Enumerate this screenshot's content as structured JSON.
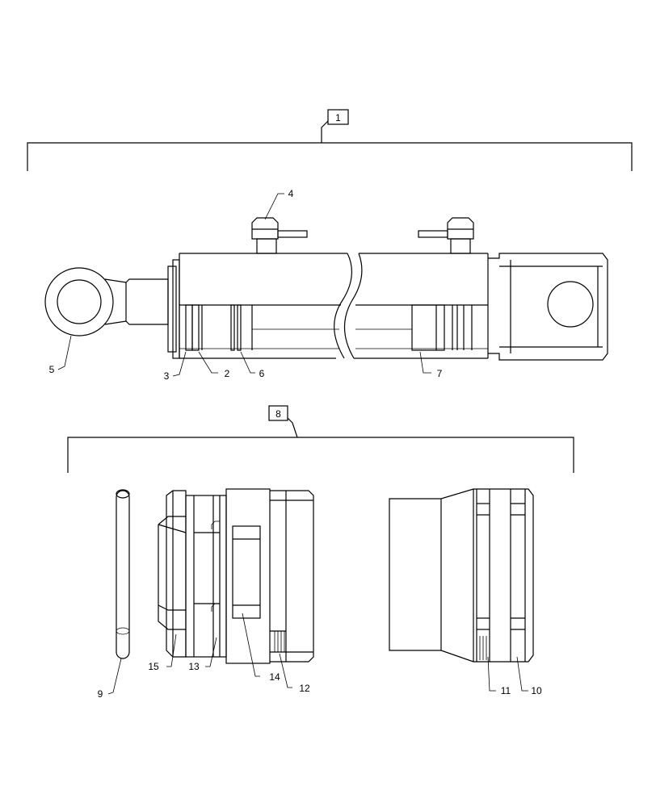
{
  "diagram": {
    "callouts": {
      "c1": "1",
      "c2": "2",
      "c3": "3",
      "c4": "4",
      "c5": "5",
      "c6": "6",
      "c7": "7",
      "c8": "8",
      "c9": "9",
      "c10": "10",
      "c11": "11",
      "c12": "12",
      "c13": "13",
      "c14": "14",
      "c15": "15"
    },
    "boxed_callouts": [
      "1",
      "8"
    ]
  }
}
